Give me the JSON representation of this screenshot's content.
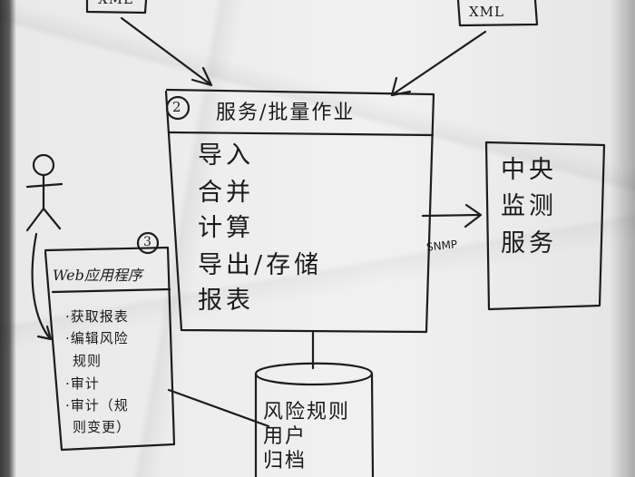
{
  "top_tags": {
    "left": "XML",
    "right": "XML"
  },
  "batch_box": {
    "number": "2",
    "title": "服务/批量作业",
    "items": [
      "导入",
      "合并",
      "计算",
      "导出/存储",
      "报表"
    ]
  },
  "monitor_box": {
    "lines": [
      "中央",
      "监测",
      "服务"
    ]
  },
  "connector_label": "SNMP",
  "web_box": {
    "number": "3",
    "title": "Web应用程序",
    "items": [
      "·获取报表",
      "·编辑风险",
      "规则",
      "·审计",
      "·审计（规",
      "则变更）"
    ]
  },
  "database": {
    "lines": [
      "风险规则",
      "用户",
      "归档"
    ]
  }
}
